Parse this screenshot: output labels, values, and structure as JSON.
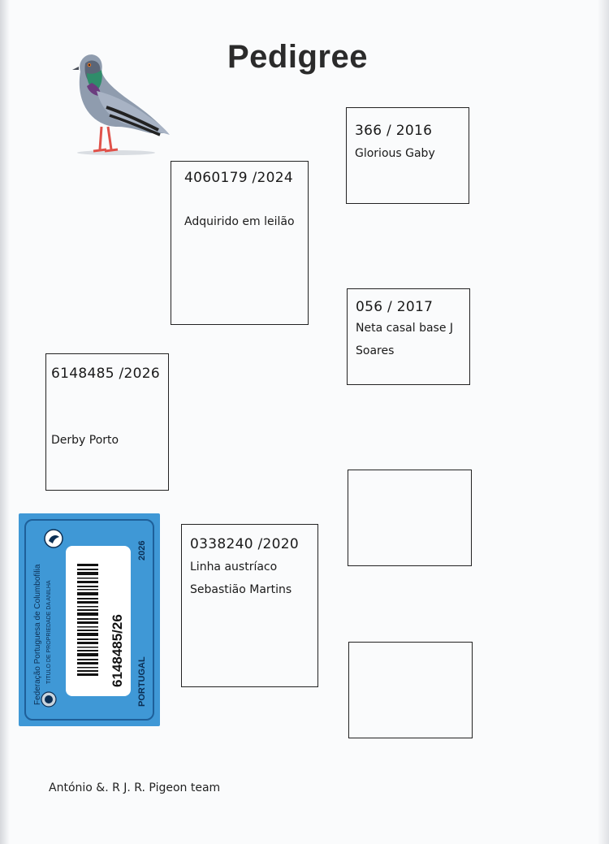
{
  "header": {
    "title": "Pedigree"
  },
  "icons": {
    "bird": "pigeon-illustration",
    "card_logo": "federation-emblem-icon"
  },
  "colors": {
    "card_blue": "#3f98d6",
    "card_border": "#1e5f99"
  },
  "pedigree": {
    "subject": {
      "ring": "6148485 /2026",
      "note": "Derby Porto"
    },
    "sire": {
      "ring": "4060179 /2024",
      "note": "Adquirido em leilão"
    },
    "dam": {
      "ring": "0338240 /2020",
      "note_line1": "Linha austríaco",
      "note_line2": "Sebastião Martins"
    },
    "sire_sire": {
      "ring": "366 / 2016",
      "note": "Glorious  Gaby"
    },
    "sire_dam": {
      "ring": "056 / 2017",
      "note_line1": "Neta casal base J",
      "note_line2": "Soares"
    },
    "dam_sire": {},
    "dam_dam": {}
  },
  "ring_card": {
    "federation": "Federação Portuguesa de Columbofilia",
    "subtitle": "TITULO DE PROPRIEDADE DA ANILHA",
    "ring_number": "6148485/26",
    "year": "2026",
    "country": "PORTUGAL"
  },
  "footer": {
    "owner": "António &.  R J. R. Pigeon team"
  }
}
